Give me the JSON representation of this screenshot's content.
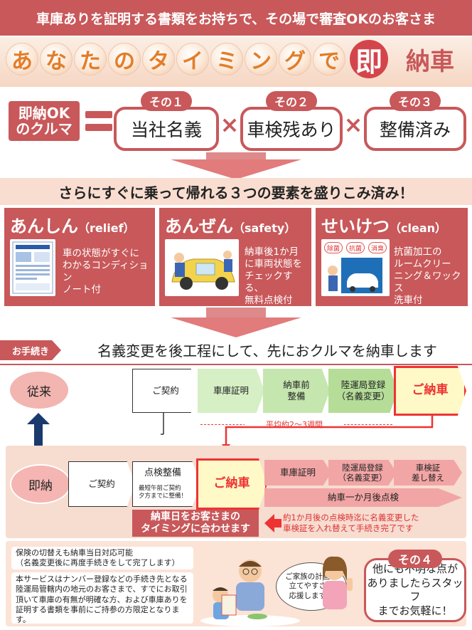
{
  "header": {
    "banner": "車庫ありを証明する書類をお持ちで、その場で審査OKのお客さま",
    "tagline_chars": [
      "あ",
      "な",
      "た",
      "の",
      "タ",
      "イ",
      "ミ",
      "ン",
      "グ",
      "で"
    ],
    "tagline_soku": "即",
    "tagline_end": "納車"
  },
  "equation": {
    "ok_label_line1": "即納OK",
    "ok_label_line2": "のクルマ",
    "items": [
      {
        "tag": "その１",
        "text": "当社名義"
      },
      {
        "tag": "その２",
        "text": "車検残あり"
      },
      {
        "tag": "その３",
        "text": "整備済み"
      }
    ],
    "times": "×"
  },
  "stripe": "さらにすぐに乗って帰れる３つの要素を盛りこみ済み！",
  "features": [
    {
      "title": "あんしん",
      "sub": "（relief）",
      "desc": "車の状態がすぐに\nわかるコンディション\nノート付"
    },
    {
      "title": "あんぜん",
      "sub": "（safety）",
      "desc": "納車後1か月\nに車両状態を\nチェックする、\n無料点検付"
    },
    {
      "title": "せいけつ",
      "sub": "（clean）",
      "desc": "抗菌加工の\nルームクリー\nニング＆ワックス\n洗車付",
      "badges": [
        "除菌",
        "抗菌",
        "消臭"
      ]
    }
  ],
  "procedure": {
    "tag": "お手続き",
    "title": "名義変更を後工程にして、先におクルマを納車します",
    "conventional": {
      "label": "従来",
      "steps": [
        "ご契約",
        "車庫証明",
        "納車前\n整備",
        "陸運局登録\n（名義変更）"
      ],
      "delivery": "ご納車",
      "duration": "平均約2〜3週間"
    },
    "immediate": {
      "label": "即納",
      "contract": "ご契約",
      "inspection": "点検整備",
      "inspection_note": "最短午前ご契約\n夕方までに整備！",
      "delivery": "ご納車",
      "after_steps": [
        "車庫証明",
        "陸運局登録\n（名義変更）",
        "車検証\n差し替え"
      ],
      "one_month": "納車一か月後点検",
      "timing_line1": "納車日をお客さまの",
      "timing_line2": "タイミングに合わせます",
      "red_note_line1": "約1か月後の点検時迄に名義変更した",
      "red_note_line2": "車検証を入れ替えて手続き完了です"
    }
  },
  "notes": {
    "note1_line1": "保険の切替えも納車当日対応可能",
    "note1_line2": "（名義変更後に再度手続きをして完了します）",
    "note2": "本サービスはナンバー登録などの手続き先となる陸運局管轄内の地元のお客さまで、すでにお取引頂いて車庫の有無が明確な方、および車庫ありを証明する書類を事前にご持参の方限定となります。"
  },
  "family_bubble": "ご家族の計画の\n立てやすさを\n応援します！",
  "sono4": {
    "tag": "その４",
    "text": "他にも不明な点が\nありましたらスタッフ\nまでお気軽に！"
  },
  "colors": {
    "brand": "#c8585a",
    "accent_orange": "#e37d28",
    "red": "#e33333",
    "green": "#b5dd98"
  }
}
